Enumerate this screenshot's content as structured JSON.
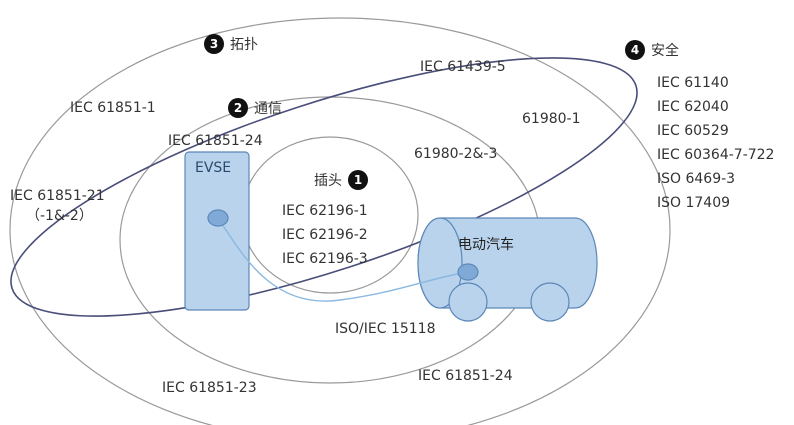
{
  "colors": {
    "ellipse_stroke": "#9a9a9a",
    "tilted_ellipse_stroke": "#4a4f7a",
    "device_fill": "#b9d3ec",
    "device_stroke": "#5c88b8",
    "connector_fill": "#7fa9d6",
    "cable_stroke": "#8ab8e0",
    "badge_fill": "#111111"
  },
  "layers": {
    "topology": {
      "number": "3",
      "title": "拓扑"
    },
    "communication": {
      "number": "2",
      "title": "通信"
    },
    "plug": {
      "number": "1",
      "title": "插头"
    },
    "safety": {
      "number": "4",
      "title": "安全"
    }
  },
  "devices": {
    "evse": "EVSE",
    "ev": "电动汽车"
  },
  "standards": {
    "iec61851_1": "IEC 61851-1",
    "iec61439_5": "IEC 61439-5",
    "iec61851_24_upper": "IEC 61851-24",
    "n61980_1": "61980-1",
    "n61980_2_3": "61980-2&-3",
    "iec61851_21": "IEC 61851-21",
    "iec61851_21_sub": "（-1&-2）",
    "iec62196_1": "IEC 62196-1",
    "iec62196_2": "IEC 62196-2",
    "iec62196_3": "IEC 62196-3",
    "iso15118": "ISO/IEC 15118",
    "iec61851_23": "IEC 61851-23",
    "iec61851_24_lower": "IEC 61851-24"
  },
  "safety_standards": [
    "IEC 61140",
    "IEC 62040",
    "IEC 60529",
    "IEC 60364-7-722",
    "ISO 6469-3",
    "ISO 17409"
  ]
}
